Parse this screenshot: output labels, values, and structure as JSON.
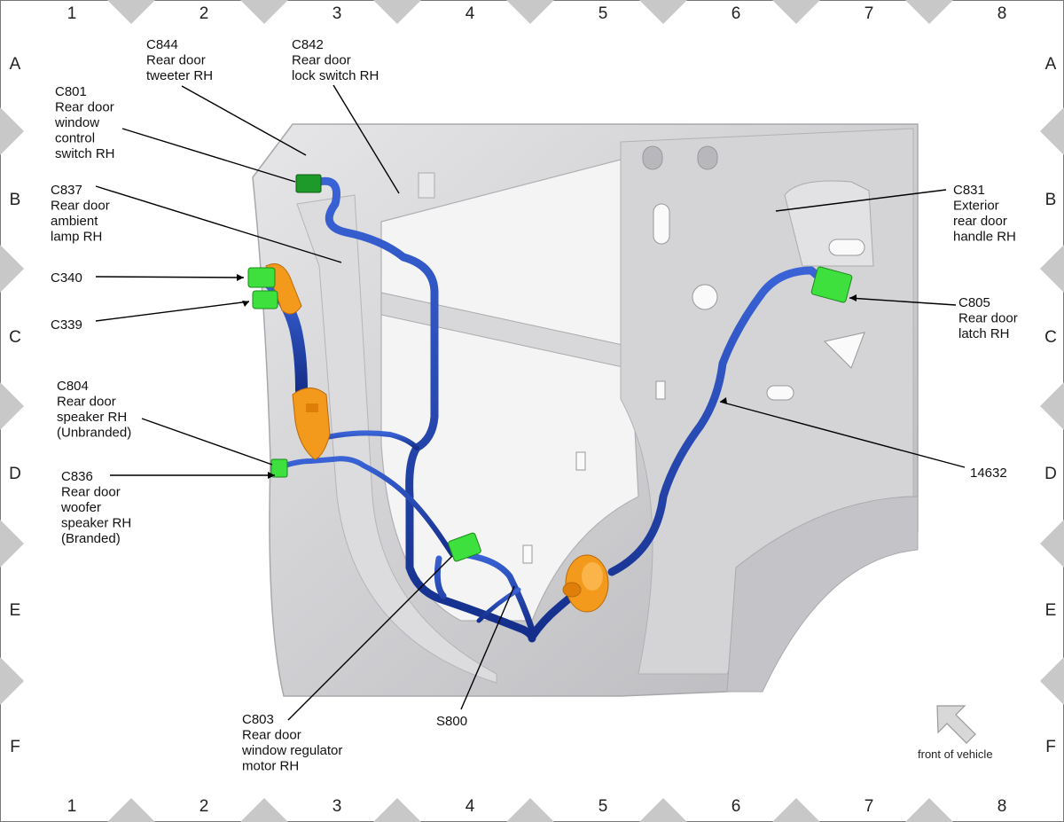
{
  "grid": {
    "columns": [
      "1",
      "2",
      "3",
      "4",
      "5",
      "6",
      "7",
      "8"
    ],
    "rows": [
      "A",
      "B",
      "C",
      "D",
      "E",
      "F"
    ]
  },
  "callouts": [
    {
      "id": "c844",
      "lines": [
        "C844",
        "Rear door",
        "tweeter RH"
      ]
    },
    {
      "id": "c842",
      "lines": [
        "C842",
        "Rear door",
        "lock switch RH"
      ]
    },
    {
      "id": "c801",
      "lines": [
        "C801",
        "Rear door",
        "window",
        "control",
        "switch RH"
      ]
    },
    {
      "id": "c837",
      "lines": [
        "C837",
        "Rear door",
        "ambient",
        "lamp RH"
      ]
    },
    {
      "id": "c340",
      "lines": [
        "C340"
      ]
    },
    {
      "id": "c339",
      "lines": [
        "C339"
      ]
    },
    {
      "id": "c804",
      "lines": [
        "C804",
        "Rear door",
        "speaker RH",
        "(Unbranded)"
      ]
    },
    {
      "id": "c836",
      "lines": [
        "C836",
        "Rear door",
        "woofer",
        "speaker RH",
        "(Branded)"
      ]
    },
    {
      "id": "c803",
      "lines": [
        "C803",
        "Rear door",
        "window regulator",
        "motor RH"
      ]
    },
    {
      "id": "s800",
      "lines": [
        "S800"
      ]
    },
    {
      "id": "c831",
      "lines": [
        "C831",
        "Exterior",
        "rear door",
        "handle RH"
      ]
    },
    {
      "id": "c805",
      "lines": [
        "C805",
        "Rear door",
        "latch RH"
      ]
    },
    {
      "id": "h14632",
      "lines": [
        "14632"
      ]
    }
  ],
  "front_of_vehicle": "front of vehicle",
  "colors": {
    "harness": "#1a3fae",
    "connector_green": "#3de03d",
    "connector_dark_green": "#1e9a2a",
    "grommet_orange": "#f39a1c",
    "panel": "#cfcfd2",
    "border_diamond": "#c8c8c8"
  }
}
